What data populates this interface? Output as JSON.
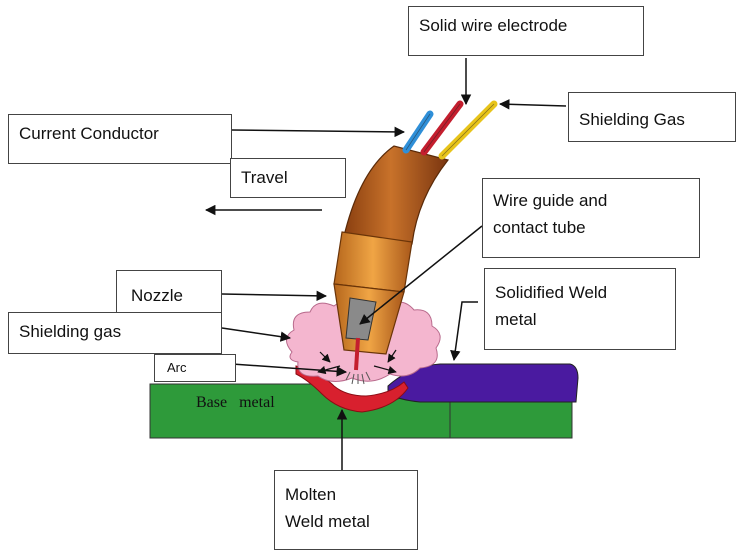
{
  "labels": {
    "solid_wire_electrode": "Solid wire electrode",
    "shielding_gas_top": "Shielding Gas",
    "current_conductor": "Current Conductor",
    "travel": "Travel",
    "wire_guide_line1": "Wire guide and",
    "wire_guide_line2": "contact tube",
    "nozzle": "Nozzle",
    "solidified_line1": "Solidified Weld",
    "solidified_line2": "metal",
    "shielding_gas_left": "Shielding gas",
    "arc": "Arc",
    "base_metal": "Base   metal",
    "molten_line1": "Molten",
    "molten_line2": "Weld metal"
  },
  "colors": {
    "base_metal": "#2e9a3a",
    "solidified_metal": "#4a1aa0",
    "molten_metal": "#d8202e",
    "shielding_gas_cloud": "#f4b6cf",
    "torch_body": "#b8621e",
    "nozzle": "#d98a2a",
    "wire_blue": "#2f8fd8",
    "wire_red": "#c41e2e",
    "wire_yellow": "#e8c41a"
  }
}
